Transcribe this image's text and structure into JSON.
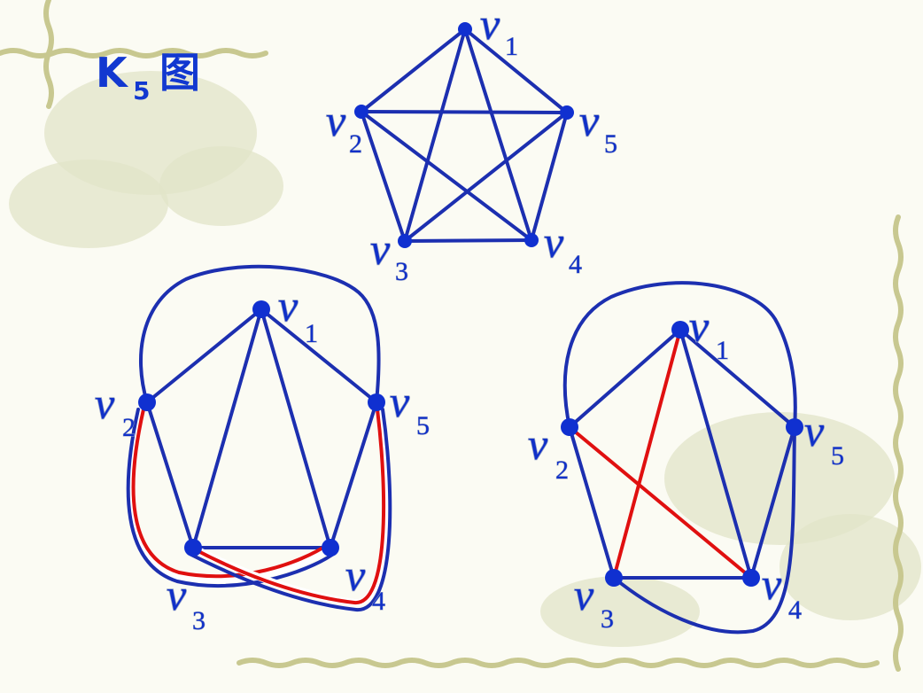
{
  "title": {
    "main": "K",
    "sub": "5",
    "suffix": "图"
  },
  "vertices": [
    {
      "id": "v1",
      "letter": "v",
      "index": "1"
    },
    {
      "id": "v2",
      "letter": "v",
      "index": "2"
    },
    {
      "id": "v3",
      "letter": "v",
      "index": "3"
    },
    {
      "id": "v4",
      "letter": "v",
      "index": "4"
    },
    {
      "id": "v5",
      "letter": "v",
      "index": "5"
    }
  ],
  "colors": {
    "edge": "#1c2fb0",
    "highlight_edge": "#e01010",
    "vertex": "#1030d0",
    "label": "#1030c8",
    "background": "#fbfbf3"
  },
  "figures": [
    {
      "name": "k5-complete",
      "edges": [
        [
          "v1",
          "v2"
        ],
        [
          "v1",
          "v3"
        ],
        [
          "v1",
          "v4"
        ],
        [
          "v1",
          "v5"
        ],
        [
          "v2",
          "v3"
        ],
        [
          "v2",
          "v4"
        ],
        [
          "v2",
          "v5"
        ],
        [
          "v3",
          "v4"
        ],
        [
          "v3",
          "v5"
        ],
        [
          "v4",
          "v5"
        ]
      ],
      "highlighted_edges": []
    },
    {
      "name": "k5-planar-attempt-left",
      "edges": [
        [
          "v1",
          "v2"
        ],
        [
          "v1",
          "v3"
        ],
        [
          "v1",
          "v4"
        ],
        [
          "v1",
          "v5"
        ],
        [
          "v2",
          "v3"
        ],
        [
          "v2",
          "v5"
        ],
        [
          "v3",
          "v4"
        ],
        [
          "v4",
          "v5"
        ],
        [
          "v2",
          "v4"
        ],
        [
          "v3",
          "v5"
        ]
      ],
      "highlighted_edges": [
        [
          "v2",
          "v4"
        ],
        [
          "v3",
          "v5"
        ]
      ]
    },
    {
      "name": "k5-planar-attempt-right",
      "edges": [
        [
          "v1",
          "v2"
        ],
        [
          "v1",
          "v5"
        ],
        [
          "v1",
          "v4"
        ],
        [
          "v2",
          "v3"
        ],
        [
          "v3",
          "v4"
        ],
        [
          "v4",
          "v5"
        ],
        [
          "v2",
          "v5"
        ],
        [
          "v3",
          "v5"
        ],
        [
          "v1",
          "v3"
        ],
        [
          "v2",
          "v4"
        ]
      ],
      "highlighted_edges": [
        [
          "v1",
          "v3"
        ],
        [
          "v2",
          "v4"
        ]
      ]
    }
  ]
}
